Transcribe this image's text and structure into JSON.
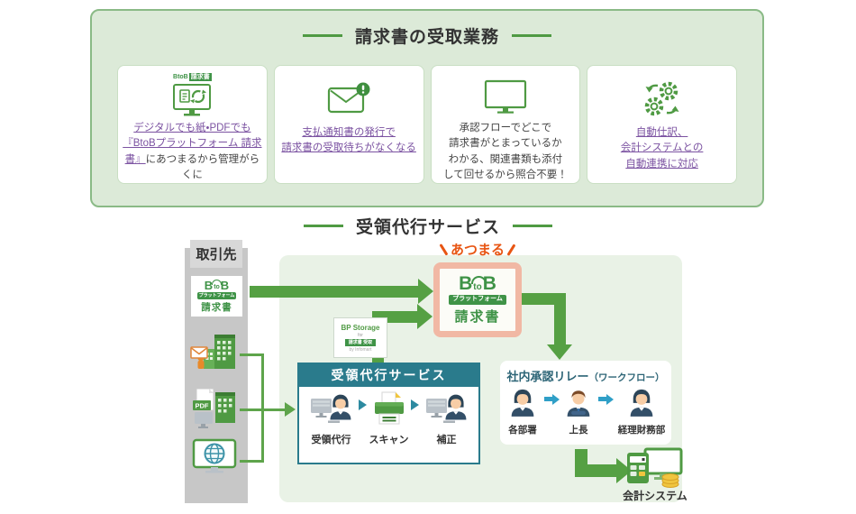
{
  "receiving_section": {
    "title": "請求書の受取業務",
    "cards": [
      {
        "badge_b": "BtoB",
        "badge_invoice": "請求書",
        "link_text": "デジタルでも紙・PDFでも『BtoBプラットフォーム 請求書』",
        "plain_text": "にあつまるから管理がらくに"
      },
      {
        "link_text": "支払通知書の発行で\n請求書の受取待ちがなくなる"
      },
      {
        "plain_text": "承認フローでどこで\n請求書がとまっているか\nわかる、関連書類も添付\nして回せるから照合不要！"
      },
      {
        "link_text": "自動仕訳、\n会計システムとの\n自動連携に対応"
      }
    ]
  },
  "flow_section": {
    "title": "受領代行サービス",
    "partners_label": "取引先",
    "pdf_label": "PDF",
    "btob_logo": {
      "b1": "B",
      "to": "to",
      "b2": "B",
      "platform": "プラットフォーム",
      "invoice": "請求書"
    },
    "atsumaru": "あつまる",
    "bp_storage": {
      "brand": "BP Storage",
      "for_label": "for",
      "product": "請求書 受取",
      "by_label": "by Infomart"
    },
    "agency": {
      "title": "受領代行サービス",
      "steps": [
        "受領代行",
        "スキャン",
        "補正"
      ]
    },
    "approval": {
      "title": "社内承認リレー",
      "subtitle": "（ワークフロー）",
      "steps": [
        "各部署",
        "上長",
        "経理財務部"
      ]
    },
    "accounting_label": "会計システム"
  },
  "colors": {
    "green_primary": "#4f9a43",
    "green_arrow": "#55a043",
    "panel_green": "#e9f2e6",
    "box_green": "#dcead8",
    "link_purple": "#7b52a1",
    "teal": "#2a7b8c",
    "blue_arrow": "#2f9fc7",
    "orange_accent": "#e85513",
    "salmon_border": "#f1b8a4",
    "gray_column": "#c7c7c7"
  }
}
